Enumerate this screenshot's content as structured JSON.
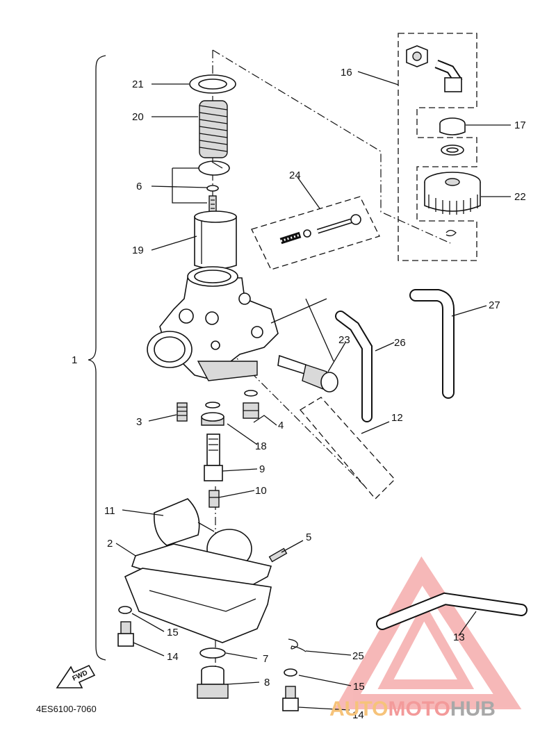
{
  "diagram": {
    "code": "4ES6100-7060",
    "fwd": "FWD",
    "callouts": [
      "1",
      "2",
      "3",
      "4",
      "5",
      "6",
      "7",
      "8",
      "9",
      "10",
      "11",
      "12",
      "13",
      "14",
      "14",
      "15",
      "15",
      "16",
      "17",
      "18",
      "19",
      "20",
      "21",
      "22",
      "23",
      "24",
      "25",
      "26",
      "27"
    ]
  },
  "watermark": {
    "part1": "AUTO",
    "part2": "MOTO",
    "part3": "HUB"
  },
  "colors": {
    "line": "#111111",
    "watermark_triangle": "#f07f7f",
    "watermark_auto": "#f6c37a",
    "watermark_moto": "#f39a9a",
    "watermark_hub": "#a8a8a8"
  }
}
